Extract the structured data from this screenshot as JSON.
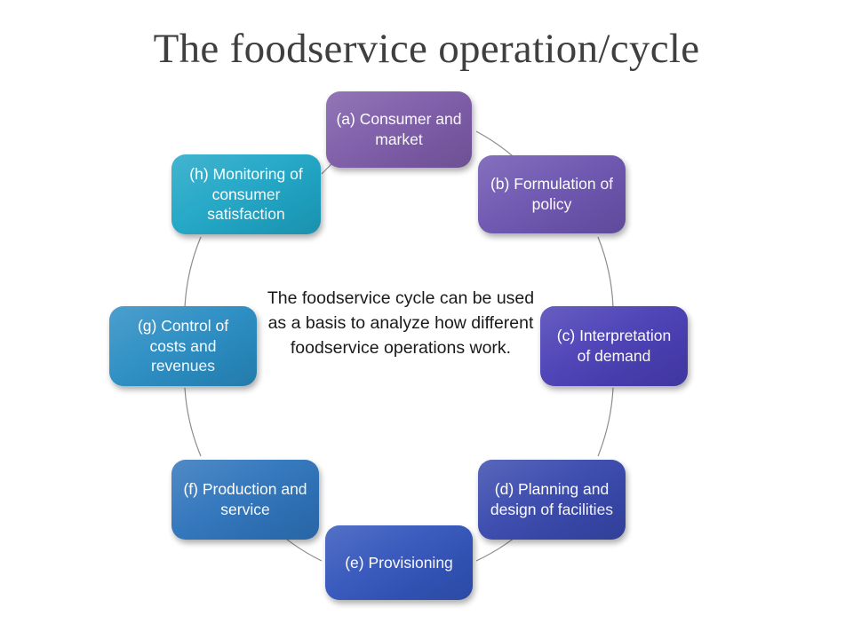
{
  "slide": {
    "title": "The foodservice operation/cycle",
    "background_color": "#ffffff",
    "title_color": "#3f3f3f",
    "connector_color": "#8c8c8c"
  },
  "center": {
    "text": "The foodservice cycle can be used as a basis to analyze how different foodservice operations work."
  },
  "diagram_data": {
    "type": "cycle",
    "node_count": 8,
    "nodes": [
      {
        "id": "a",
        "label": "(a) Consumer and market",
        "color": "#7d5ca8",
        "position": "top",
        "order": 1
      },
      {
        "id": "b",
        "label": "(b) Formulation of policy",
        "color": "#6d55b0",
        "position": "top-right",
        "order": 2
      },
      {
        "id": "c",
        "label": "(c) Interpretation of demand",
        "color": "#4a3fb5",
        "position": "right",
        "order": 3
      },
      {
        "id": "d",
        "label": "(d) Planning and design of facilities",
        "color": "#3949ad",
        "position": "bottom-right",
        "order": 4
      },
      {
        "id": "e",
        "label": "(e) Provisioning",
        "color": "#3355bb",
        "position": "bottom",
        "order": 5
      },
      {
        "id": "f",
        "label": "(f) Production and service",
        "color": "#2f74bb",
        "position": "bottom-left",
        "order": 6
      },
      {
        "id": "g",
        "label": "(g) Control of costs and revenues",
        "color": "#2a8dc3",
        "position": "left",
        "order": 7
      },
      {
        "id": "h",
        "label": "(h) Monitoring of consumer satisfaction",
        "color": "#1fa6c6",
        "position": "top-left",
        "order": 8
      }
    ]
  }
}
